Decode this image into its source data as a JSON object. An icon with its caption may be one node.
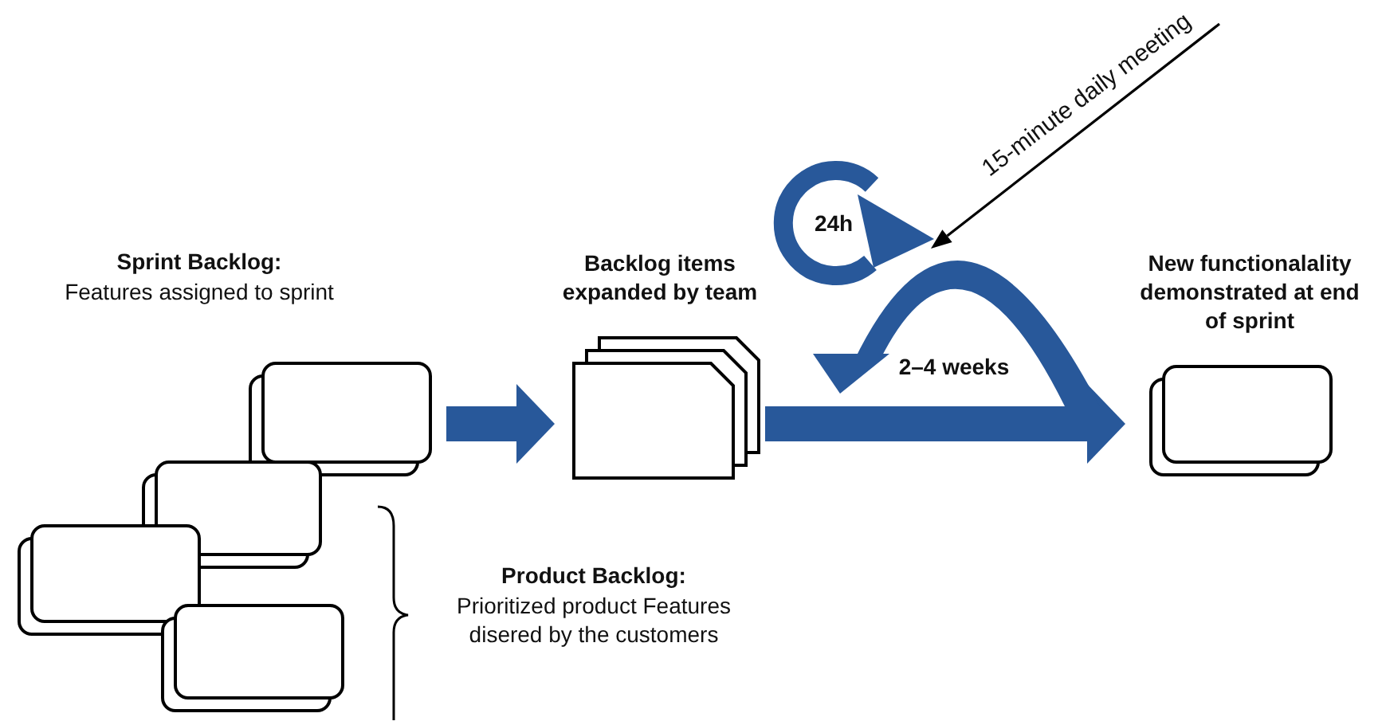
{
  "diagram": {
    "nodes": [
      {
        "text": [
          "Sprint Backlog:",
          "Features assigned to sprint"
        ]
      },
      {
        "text": [
          "Product Backlog:",
          "Prioritized product Features disered by the customers"
        ]
      },
      {
        "text": [
          "Backlog items expanded by team"
        ]
      },
      {
        "text": [
          "New functionalality demonstrated at end of sprint"
        ]
      },
      {
        "text": [
          "15-minute daily meeting"
        ]
      },
      {
        "text": [
          "24h",
          "2–4 weeks"
        ]
      }
    ],
    "edges": [
      {
        "from": 0,
        "to": 2,
        "arrow": "to"
      },
      {
        "from": 2,
        "to": 3,
        "arrow": "to"
      },
      {
        "from": 4,
        "to": 5,
        "arrow": "to",
        "color": "#000000"
      }
    ]
  }
}
